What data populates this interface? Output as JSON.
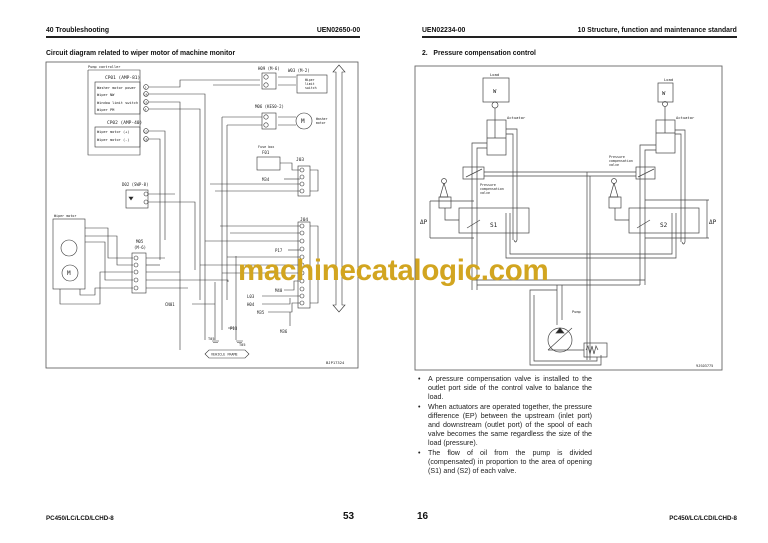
{
  "left_page": {
    "header_section": "40 Troubleshooting",
    "header_doc": "UEN02650-00",
    "title": "Circuit diagram related to wiper motor of machine monitor",
    "footer_model": "PC450/LC/LCD/LCHD-8",
    "page_number": "53",
    "diagram": {
      "pump_controller": "Pump controller",
      "cp01": "CP01 (AMP-81)",
      "cp01_rows": [
        {
          "label": "Washer motor power",
          "pin": "3"
        },
        {
          "label": "Wiper NW",
          "pin": "16"
        },
        {
          "label": "Window limit switch",
          "pin": "15"
        },
        {
          "label": "Wiper PM",
          "pin": "6"
        }
      ],
      "cp02": "CP02 (AMP-40)",
      "cp02_rows": [
        {
          "label": "Wiper motor (+)",
          "pin": "13"
        },
        {
          "label": "Wiper motor (-)",
          "pin": "18"
        }
      ],
      "h09": "H09 (M-6)",
      "w03": "W03 (M-2)",
      "w03_label": [
        "Wiper",
        "limit",
        "switch"
      ],
      "m06": "M06 (KES0-2)",
      "washer_motor": [
        "Washer",
        "motor"
      ],
      "fuse_box": [
        "Fuse box",
        "F01"
      ],
      "j03": "J03",
      "m34": "M34",
      "d02": "D02 (SWP-8)",
      "wiper_motor": "Wiper motor",
      "m05": [
        "M05",
        "(M-6)"
      ],
      "j04": "J04",
      "p17": "P17",
      "m40": "M40",
      "l03": "L03",
      "h04": "H04",
      "m35": "M35",
      "m36": "M36",
      "p13": "P13",
      "cn01": "CN01",
      "t05a": "T05",
      "t05b": "T05",
      "vehicle_frame": "VEHICLE FRAME",
      "figure_id": "BJP17324"
    }
  },
  "right_page": {
    "header_doc": "UEN02234-00",
    "header_section": "10 Structure, function and maintenance standard",
    "title_number": "2.",
    "title": "Pressure compensation control",
    "footer_model": "PC450/LC/LCD/LCHD-8",
    "page_number": "16",
    "diagram": {
      "load_left": "Load",
      "load_right": "Load",
      "weight_left": "W",
      "weight_right": "W",
      "actuator_left": "Actuator",
      "actuator_right": "Actuator",
      "pcv_left": [
        "Pressure",
        "compensation",
        "valve"
      ],
      "pcv_right": [
        "Pressure",
        "compensation",
        "valve"
      ],
      "dp_left": "ΔP",
      "dp_right": "ΔP",
      "s1": "S1",
      "s2": "S2",
      "pump": "Pump",
      "figure_id": "9JS03775"
    },
    "bullets": [
      "A pressure compensation valve is installed to the outlet port side of the control valve to balance the load.",
      "When actuators are operated together, the pressure difference (EP) between the upstream (inlet port) and downstream (outlet port) of the spool of each valve becomes the same regardless the size of the load (pressure).",
      "The flow of oil from the pump is divided (compensated) in proportion to the area of opening (S1) and (S2) of each valve."
    ]
  },
  "watermark": "machinecatalogic.com"
}
